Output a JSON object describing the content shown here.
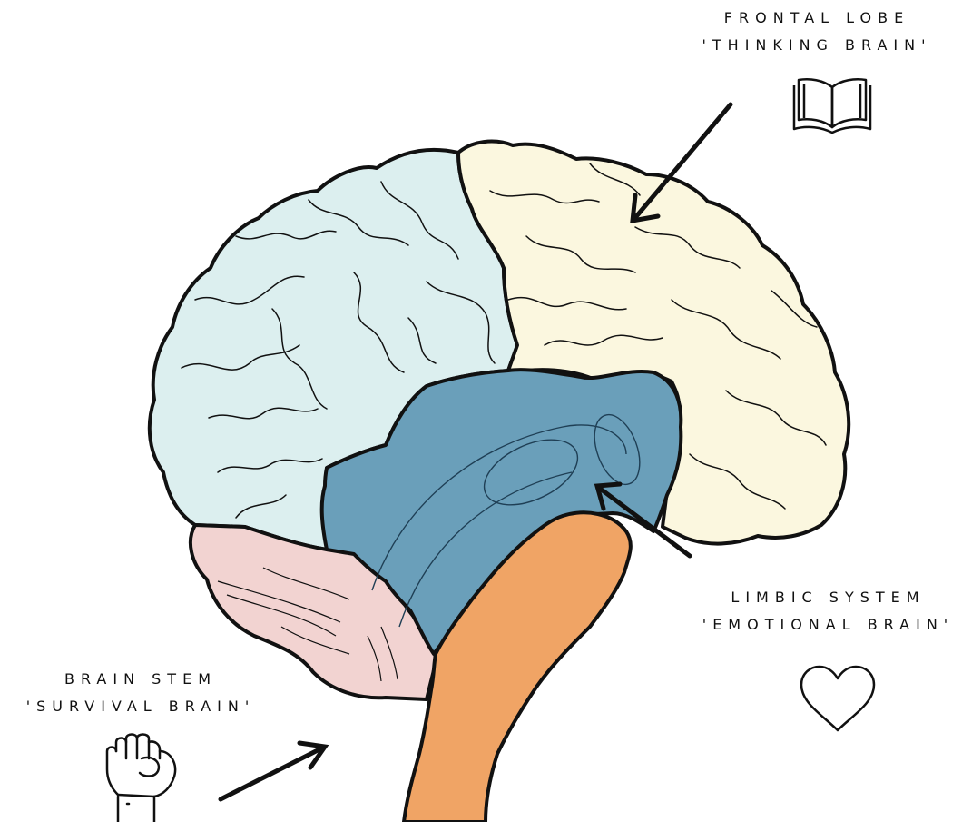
{
  "labels": {
    "frontal": {
      "line1": "FRONTAL LOBE",
      "line2": "'THINKING BRAIN'"
    },
    "limbic": {
      "line1": "LIMBIC SYSTEM",
      "line2": "'EMOTIONAL BRAIN'"
    },
    "stem": {
      "line1": "BRAIN STEM",
      "line2": "'SURVIVAL BRAIN'"
    }
  },
  "icons": {
    "frontal": "book-icon",
    "limbic": "heart-icon",
    "stem": "fist-icon"
  },
  "colors": {
    "frontal_lobe": "#fbf7df",
    "back_lobes": "#dcefef",
    "limbic_system": "#6a9fba",
    "cerebellum": "#f2d3d1",
    "brain_stem": "#f0a465",
    "outline": "#111111"
  }
}
